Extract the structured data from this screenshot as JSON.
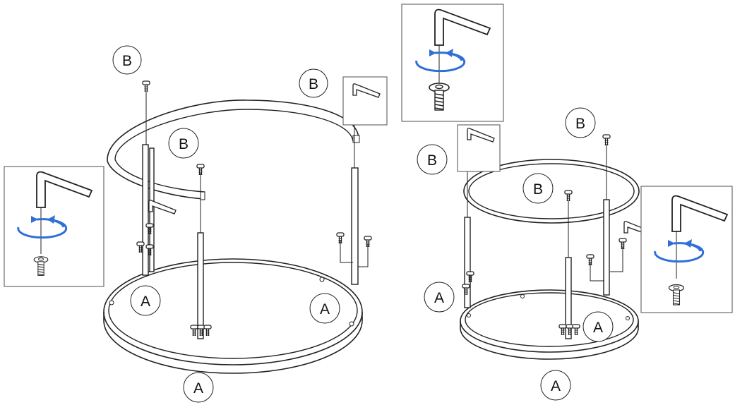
{
  "diagram": {
    "label_a": "A",
    "label_b": "B",
    "left_assembly": {
      "callouts": [
        "B",
        "B",
        "B",
        "A",
        "A",
        "A"
      ]
    },
    "right_assembly": {
      "callouts": [
        "B",
        "B",
        "B",
        "A",
        "A",
        "A"
      ]
    },
    "colors": {
      "line": "#2a2a2a",
      "rotation_arrow": "#2f6fd6",
      "inset_border": "#6b6b6b"
    },
    "icons": [
      "allen-key-icon",
      "screw-icon",
      "rotation-arrow-icon"
    ]
  }
}
